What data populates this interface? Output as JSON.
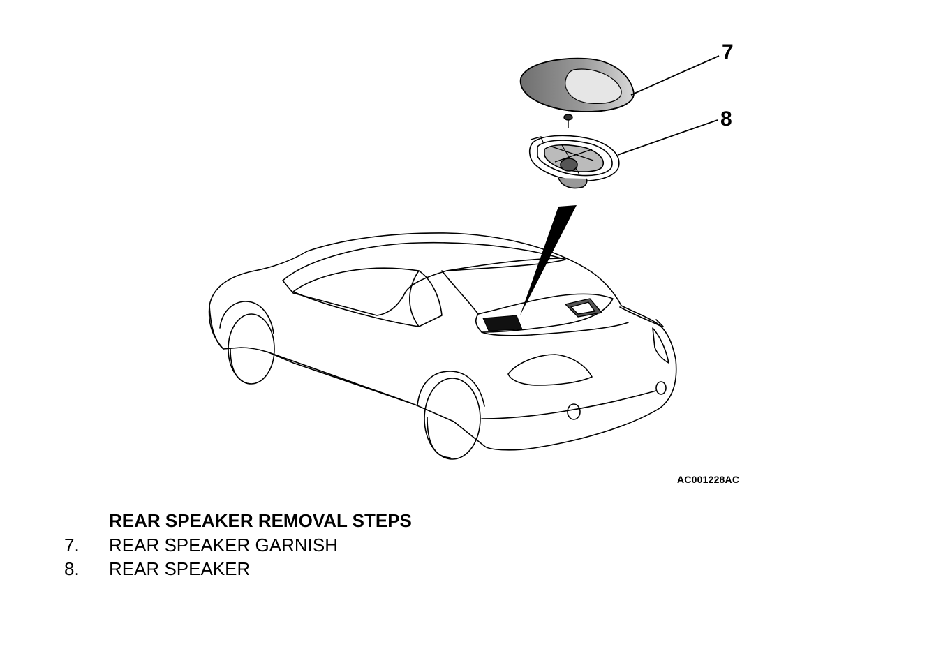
{
  "figure": {
    "figure_id": "AC001228AC",
    "callouts": [
      {
        "number": "7",
        "part": "rear-speaker-garnish"
      },
      {
        "number": "8",
        "part": "rear-speaker"
      }
    ]
  },
  "removal_steps": {
    "title": "REAR SPEAKER REMOVAL STEPS",
    "steps": [
      {
        "number": "7.",
        "label": "REAR SPEAKER GARNISH"
      },
      {
        "number": "8.",
        "label": "REAR SPEAKER"
      }
    ]
  },
  "colors": {
    "line": "#000000",
    "background": "#ffffff",
    "shading": "#8a8a8a"
  }
}
